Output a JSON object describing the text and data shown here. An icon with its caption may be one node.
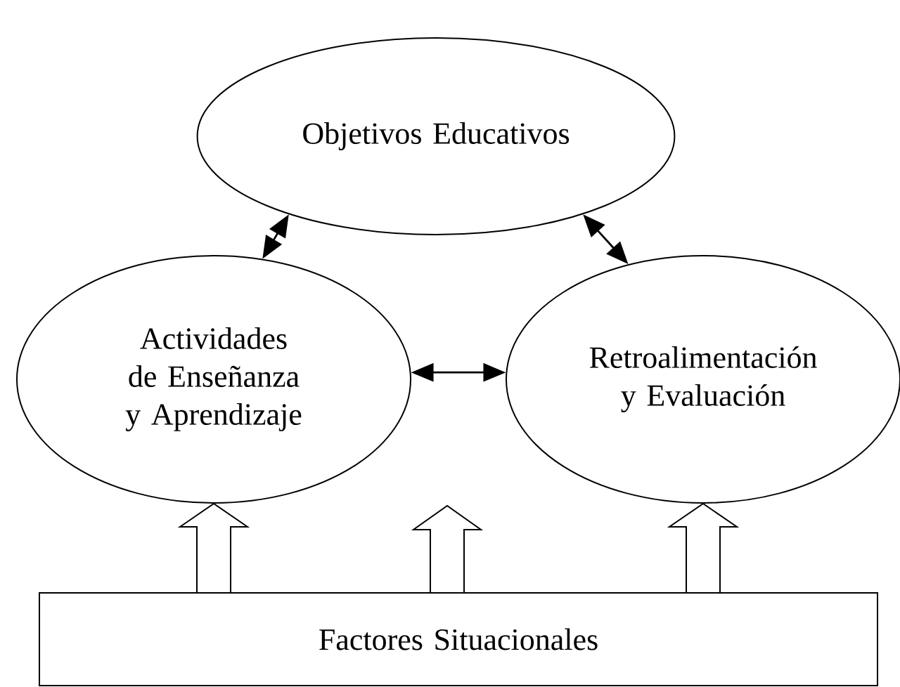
{
  "diagram": {
    "nodes": [
      {
        "text": [
          "Objetivos Educativos"
        ]
      },
      {
        "text": [
          "Actividades de Enseñanza y Aprendizaje"
        ]
      },
      {
        "text": [
          "Retroalimentación y Evaluación"
        ]
      },
      {
        "text": [
          "Factores Situacionales"
        ]
      }
    ],
    "edges": [
      {
        "from": 0,
        "to": 1,
        "arrow": "both"
      },
      {
        "from": 0,
        "to": 2,
        "arrow": "both"
      },
      {
        "from": 1,
        "to": 2,
        "arrow": "both"
      },
      {
        "from": 3,
        "to": 1,
        "arrow": "to",
        "style": "thick"
      },
      {
        "from": 3,
        "to": null,
        "arrow": "to",
        "style": "thick"
      },
      {
        "from": 3,
        "to": 2,
        "arrow": "to",
        "style": "thick"
      }
    ]
  }
}
